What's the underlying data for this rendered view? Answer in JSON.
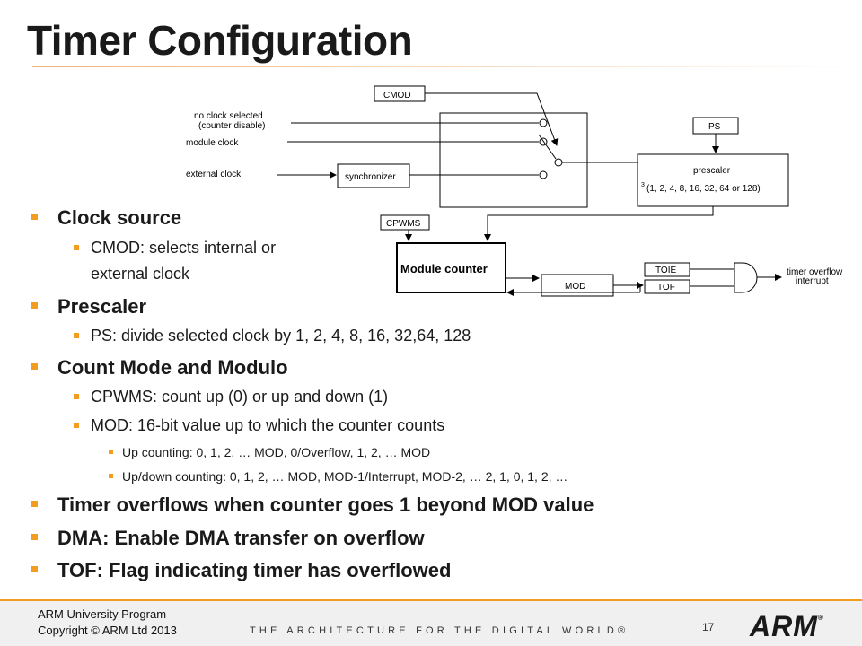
{
  "slide": {
    "title": "Timer Configuration"
  },
  "diagram": {
    "labels": {
      "no_clock_1": "no clock selected",
      "no_clock_2": "(counter disable)",
      "module_clock": "module clock",
      "external_clock": "external clock",
      "synchronizer": "synchronizer",
      "cmod": "CMOD",
      "ps": "PS",
      "prescaler": "prescaler",
      "prescaler_sup": "3",
      "prescaler_values": "(1, 2, 4, 8, 16, 32, 64 or 128)",
      "cpwms": "CPWMS",
      "module_counter": "Module counter",
      "mod": "MOD",
      "toie": "TOIE",
      "tof": "TOF",
      "overflow_1": "timer overflow",
      "overflow_2": "interrupt"
    }
  },
  "bullets": {
    "clock_source": "Clock source",
    "cmod_1": "CMOD: selects internal or",
    "cmod_2": "external clock",
    "prescaler": "Prescaler",
    "ps": "PS: divide selected clock by 1, 2, 4, 8, 16, 32,64, 128",
    "count_mode": "Count Mode and Modulo",
    "cpwms": "CPWMS: count up (0) or up and down (1)",
    "mod": "MOD: 16-bit value up to which the counter counts",
    "up_counting": "Up counting: 0, 1, 2, … MOD, 0/Overflow, 1, 2, … MOD",
    "updown_counting": "Up/down counting: 0, 1, 2, … MOD, MOD-1/Interrupt, MOD-2, … 2, 1, 0, 1, 2, …",
    "overflow": "Timer overflows when counter goes 1 beyond MOD value",
    "dma": "DMA: Enable DMA transfer on overflow",
    "tof": "TOF: Flag indicating timer has overflowed"
  },
  "footer": {
    "program": "ARM University Program",
    "copyright": "Copyright © ARM Ltd 2013",
    "tagline": "THE ARCHITECTURE FOR THE DIGITAL WORLD®",
    "page_number": "17",
    "logo_text": "ARM",
    "logo_mark": "®"
  },
  "colors": {
    "accent": "#f39c1f",
    "text": "#1a1a1a",
    "footer_bg": "#f0f0f0"
  }
}
